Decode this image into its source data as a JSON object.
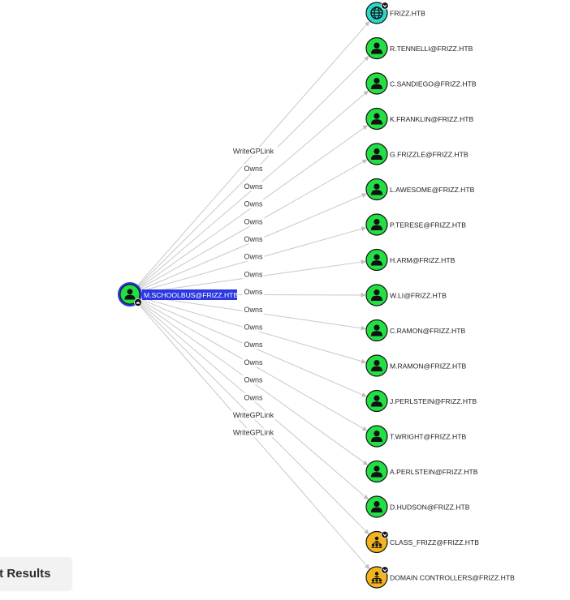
{
  "source": {
    "label": "M.SCHOOLBUS@FRIZZ.HTB",
    "icon": "user-icon",
    "badge_icon": "owned-badge-icon",
    "fill": "#22e044",
    "ring": "#2a37cf",
    "label_bg": "#2b37e0"
  },
  "colors": {
    "user_fill": "#22e044",
    "domain_fill": "#2cd6c8",
    "group_fill": "#f4b41d",
    "edge": "#c8c8c8"
  },
  "targets": [
    {
      "label": "FRIZZ.HTB",
      "kind": "domain",
      "edge": "WriteGPLink",
      "badge": true
    },
    {
      "label": "R.TENNELLI@FRIZZ.HTB",
      "kind": "user",
      "edge": "Owns"
    },
    {
      "label": "C.SANDIEGO@FRIZZ.HTB",
      "kind": "user",
      "edge": "Owns"
    },
    {
      "label": "K.FRANKLIN@FRIZZ.HTB",
      "kind": "user",
      "edge": "Owns"
    },
    {
      "label": "G.FRIZZLE@FRIZZ.HTB",
      "kind": "user",
      "edge": "Owns"
    },
    {
      "label": "L.AWESOME@FRIZZ.HTB",
      "kind": "user",
      "edge": "Owns"
    },
    {
      "label": "P.TERESE@FRIZZ.HTB",
      "kind": "user",
      "edge": "Owns"
    },
    {
      "label": "H.ARM@FRIZZ.HTB",
      "kind": "user",
      "edge": "Owns"
    },
    {
      "label": "W.LI@FRIZZ.HTB",
      "kind": "user",
      "edge": "Owns"
    },
    {
      "label": "C.RAMON@FRIZZ.HTB",
      "kind": "user",
      "edge": "Owns"
    },
    {
      "label": "M.RAMON@FRIZZ.HTB",
      "kind": "user",
      "edge": "Owns"
    },
    {
      "label": "J.PERLSTEIN@FRIZZ.HTB",
      "kind": "user",
      "edge": "Owns"
    },
    {
      "label": "T.WRIGHT@FRIZZ.HTB",
      "kind": "user",
      "edge": "Owns"
    },
    {
      "label": "A.PERLSTEIN@FRIZZ.HTB",
      "kind": "user",
      "edge": "Owns"
    },
    {
      "label": "D.HUDSON@FRIZZ.HTB",
      "kind": "user",
      "edge": "Owns"
    },
    {
      "label": "CLASS_FRIZZ@FRIZZ.HTB",
      "kind": "group",
      "edge": "WriteGPLink",
      "badge": true
    },
    {
      "label": "DOMAIN CONTROLLERS@FRIZZ.HTB",
      "kind": "group",
      "edge": "WriteGPLink",
      "badge": true
    }
  ],
  "results_button": {
    "label": "nt Results"
  }
}
